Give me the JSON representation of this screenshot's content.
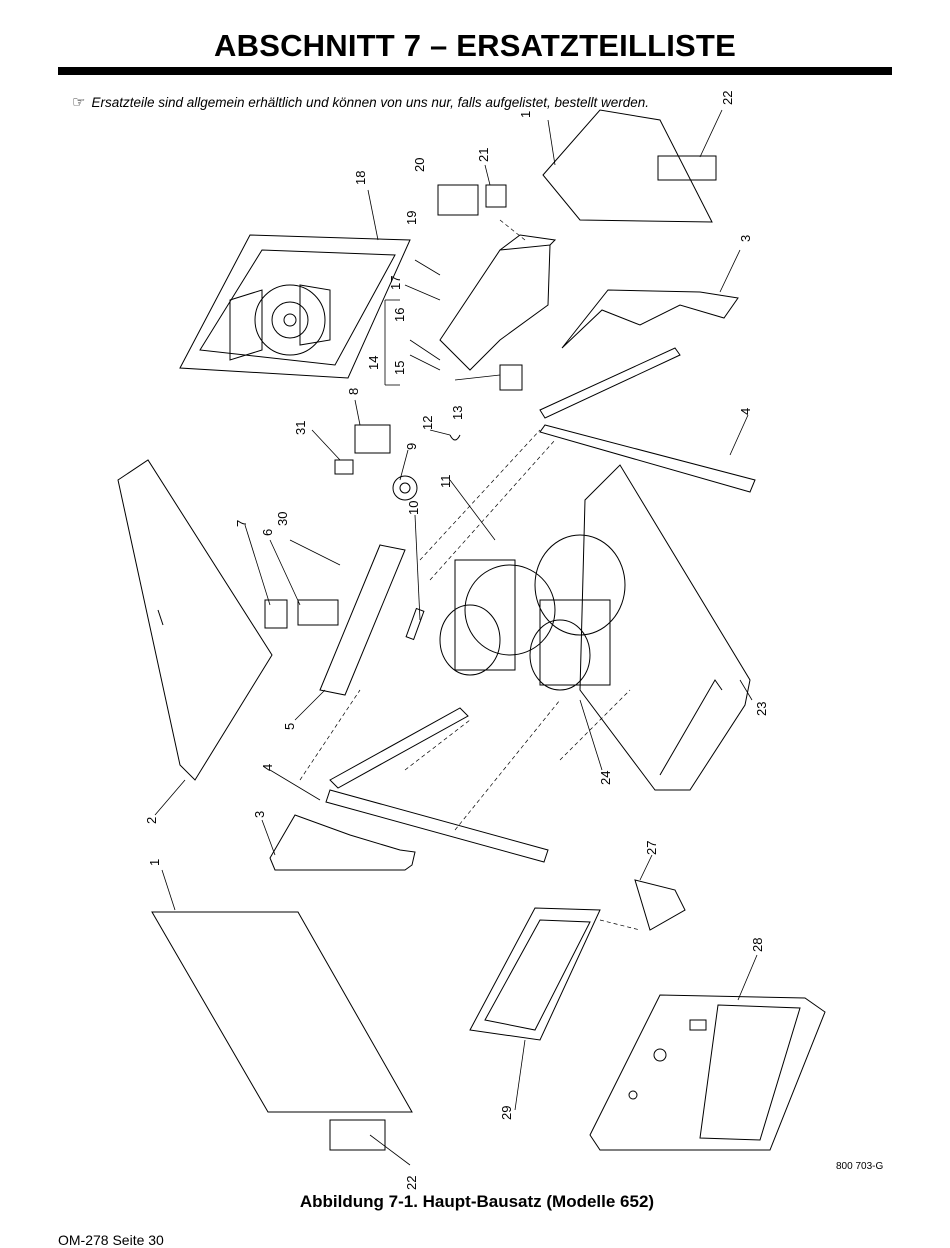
{
  "header": {
    "title": "ABSCHNITT 7 – ERSATZTEILLISTE"
  },
  "note": {
    "icon": "pointing-hand-icon",
    "glyph": "☞",
    "text": "Ersatzteile sind allgemein erhältlich und können von uns nur, falls aufgelistet, bestellt werden."
  },
  "figure": {
    "code": "800 703-G",
    "caption": "Abbildung 7-1. Haupt-Bausatz (Modelle 652)",
    "callouts": [
      "1",
      "2",
      "3",
      "4",
      "5",
      "6",
      "7",
      "8",
      "9",
      "10",
      "11",
      "12",
      "13",
      "14",
      "15",
      "16",
      "17",
      "18",
      "19",
      "20",
      "21",
      "22",
      "23",
      "24",
      "27",
      "28",
      "29",
      "30",
      "31"
    ]
  },
  "footer": {
    "page": "OM-278 Seite 30"
  }
}
